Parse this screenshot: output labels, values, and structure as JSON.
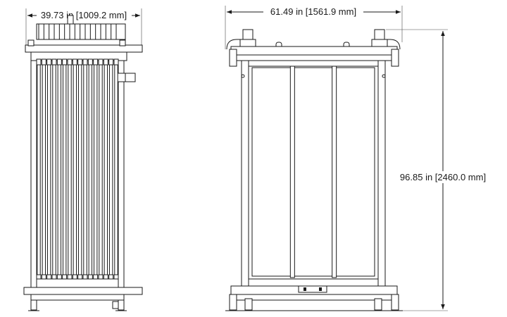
{
  "dimensions": {
    "width_side": "39.73 in [1009.2 mm]",
    "width_front": "61.49 in [1561.9 mm]",
    "height_front": "96.85 in [2460.0 mm]"
  },
  "views": {
    "side": {
      "tube_count": 16
    },
    "front": {
      "panel_count": 3
    }
  },
  "colors": {
    "line": "#1a1a1a",
    "background": "#ffffff"
  }
}
